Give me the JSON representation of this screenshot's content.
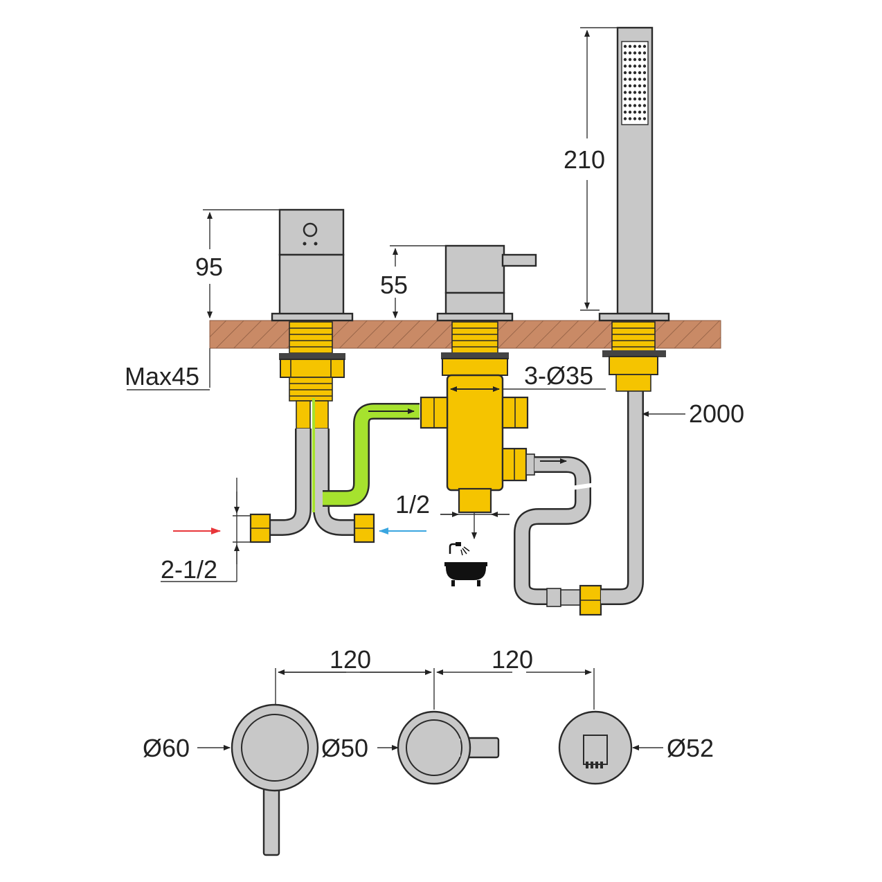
{
  "dimensions": {
    "handshower_height": "210",
    "spout_height": "95",
    "mixer_height": "55",
    "deck_thickness": "Max45",
    "hole_diameter": "3-Ø35",
    "hose_length": "2000",
    "outlet_thread": "1/2",
    "inlet_thread": "2-1/2",
    "spacing_left": "120",
    "spacing_right": "120",
    "spout_diameter": "Ø60",
    "mixer_diameter": "Ø50",
    "handshower_diameter": "Ø52"
  },
  "colors": {
    "brass": "#f5c400",
    "brass_dark": "#d9a300",
    "deck": "#c98a66",
    "chrome": "#c8c8c8",
    "hose_green": "#a6e22e",
    "hot_arrow": "#e8363a",
    "cold_arrow": "#3aa6e0"
  },
  "icons": {
    "bathtub": "bathtub-icon"
  }
}
